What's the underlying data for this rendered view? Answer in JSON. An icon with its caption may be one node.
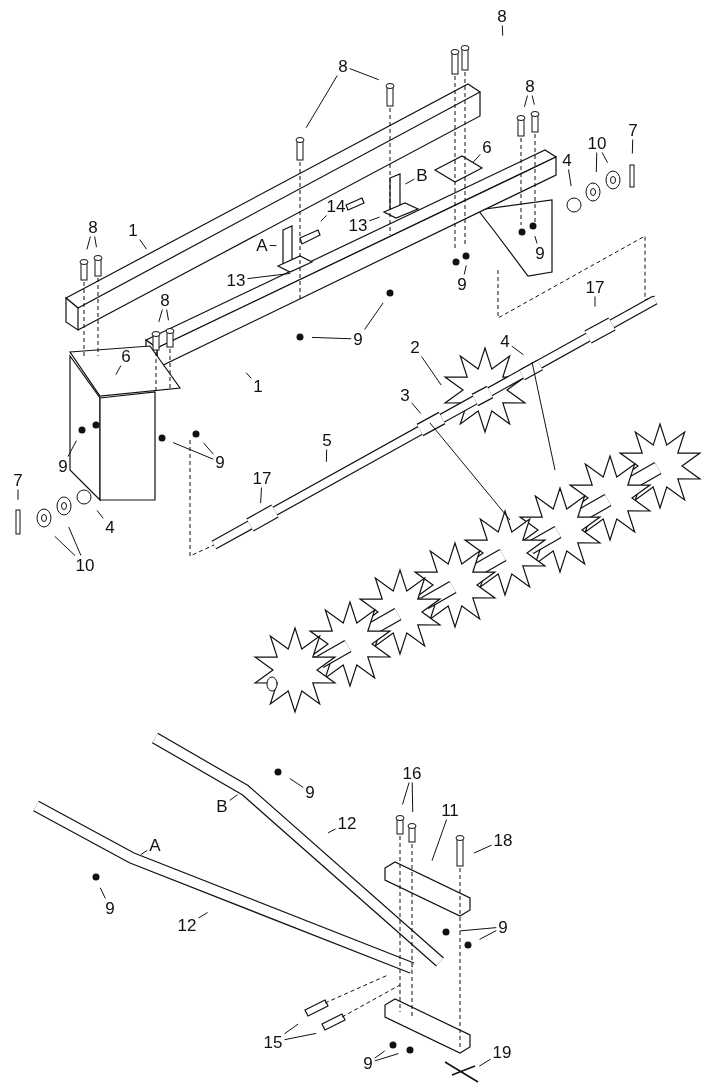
{
  "diagram": {
    "nodes": [
      {
        "text": [
          "8"
        ]
      },
      {
        "text": [
          "8"
        ]
      },
      {
        "text": [
          "8"
        ]
      },
      {
        "text": [
          "7"
        ]
      },
      {
        "text": [
          "10"
        ]
      },
      {
        "text": [
          "6"
        ]
      },
      {
        "text": [
          "4"
        ]
      },
      {
        "text": [
          "B"
        ]
      },
      {
        "text": [
          "14"
        ]
      },
      {
        "text": [
          "1"
        ]
      },
      {
        "text": [
          "8"
        ]
      },
      {
        "text": [
          "13"
        ]
      },
      {
        "text": [
          "9"
        ]
      },
      {
        "text": [
          "A"
        ]
      },
      {
        "text": [
          "9"
        ]
      },
      {
        "text": [
          "17"
        ]
      },
      {
        "text": [
          "13"
        ]
      },
      {
        "text": [
          "8"
        ]
      },
      {
        "text": [
          "9"
        ]
      },
      {
        "text": [
          "2"
        ]
      },
      {
        "text": [
          "4"
        ]
      },
      {
        "text": [
          "6"
        ]
      },
      {
        "text": [
          "1"
        ]
      },
      {
        "text": [
          "3"
        ]
      },
      {
        "text": [
          "5"
        ]
      },
      {
        "text": [
          "9"
        ]
      },
      {
        "text": [
          "9"
        ]
      },
      {
        "text": [
          "17"
        ]
      },
      {
        "text": [
          "7"
        ]
      },
      {
        "text": [
          "4"
        ]
      },
      {
        "text": [
          "10"
        ]
      },
      {
        "text": [
          "16"
        ]
      },
      {
        "text": [
          "9"
        ]
      },
      {
        "text": [
          "B"
        ]
      },
      {
        "text": [
          "11"
        ]
      },
      {
        "text": [
          "12"
        ]
      },
      {
        "text": [
          "18"
        ]
      },
      {
        "text": [
          "A"
        ]
      },
      {
        "text": [
          "9"
        ]
      },
      {
        "text": [
          "9"
        ]
      },
      {
        "text": [
          "12"
        ]
      },
      {
        "text": [
          "15"
        ]
      },
      {
        "text": [
          "19"
        ]
      },
      {
        "text": [
          "9"
        ]
      }
    ],
    "edges": [
      {
        "from": 0,
        "to": null,
        "arrow": "none"
      },
      {
        "from": 1,
        "to": null,
        "arrow": "none"
      },
      {
        "from": 1,
        "to": null,
        "arrow": "none"
      },
      {
        "from": 2,
        "to": null,
        "arrow": "none"
      },
      {
        "from": 2,
        "to": null,
        "arrow": "none"
      },
      {
        "from": 3,
        "to": null,
        "arrow": "none"
      },
      {
        "from": 4,
        "to": null,
        "arrow": "none"
      },
      {
        "from": 4,
        "to": null,
        "arrow": "none"
      },
      {
        "from": 5,
        "to": null,
        "arrow": "none"
      },
      {
        "from": 6,
        "to": null,
        "arrow": "none"
      },
      {
        "from": 7,
        "to": null,
        "arrow": "none"
      },
      {
        "from": 8,
        "to": null,
        "arrow": "none"
      },
      {
        "from": 9,
        "to": null,
        "arrow": "none"
      },
      {
        "from": 10,
        "to": null,
        "arrow": "none"
      },
      {
        "from": 10,
        "to": null,
        "arrow": "none"
      },
      {
        "from": 11,
        "to": null,
        "arrow": "none"
      },
      {
        "from": 12,
        "to": null,
        "arrow": "none"
      },
      {
        "from": 13,
        "to": null,
        "arrow": "none"
      },
      {
        "from": 14,
        "to": null,
        "arrow": "none"
      },
      {
        "from": 15,
        "to": null,
        "arrow": "none"
      },
      {
        "from": 16,
        "to": null,
        "arrow": "none"
      },
      {
        "from": 17,
        "to": null,
        "arrow": "none"
      },
      {
        "from": 17,
        "to": null,
        "arrow": "none"
      },
      {
        "from": 18,
        "to": null,
        "arrow": "none"
      },
      {
        "from": 18,
        "to": null,
        "arrow": "none"
      },
      {
        "from": 19,
        "to": null,
        "arrow": "none"
      },
      {
        "from": 20,
        "to": null,
        "arrow": "none"
      },
      {
        "from": 21,
        "to": null,
        "arrow": "none"
      },
      {
        "from": 22,
        "to": null,
        "arrow": "none"
      },
      {
        "from": 23,
        "to": null,
        "arrow": "none"
      },
      {
        "from": 24,
        "to": null,
        "arrow": "none"
      },
      {
        "from": 25,
        "to": null,
        "arrow": "none"
      },
      {
        "from": 26,
        "to": null,
        "arrow": "none"
      },
      {
        "from": 26,
        "to": null,
        "arrow": "none"
      },
      {
        "from": 27,
        "to": null,
        "arrow": "none"
      },
      {
        "from": 28,
        "to": null,
        "arrow": "none"
      },
      {
        "from": 29,
        "to": null,
        "arrow": "none"
      },
      {
        "from": 30,
        "to": null,
        "arrow": "none"
      },
      {
        "from": 30,
        "to": null,
        "arrow": "none"
      },
      {
        "from": 31,
        "to": null,
        "arrow": "none"
      },
      {
        "from": 31,
        "to": null,
        "arrow": "none"
      },
      {
        "from": 32,
        "to": null,
        "arrow": "none"
      },
      {
        "from": 33,
        "to": null,
        "arrow": "none"
      },
      {
        "from": 34,
        "to": null,
        "arrow": "none"
      },
      {
        "from": 35,
        "to": null,
        "arrow": "none"
      },
      {
        "from": 36,
        "to": null,
        "arrow": "none"
      },
      {
        "from": 37,
        "to": null,
        "arrow": "none"
      },
      {
        "from": 38,
        "to": null,
        "arrow": "none"
      },
      {
        "from": 39,
        "to": null,
        "arrow": "none"
      },
      {
        "from": 39,
        "to": null,
        "arrow": "none"
      },
      {
        "from": 40,
        "to": null,
        "arrow": "none"
      },
      {
        "from": 41,
        "to": null,
        "arrow": "none"
      },
      {
        "from": 41,
        "to": null,
        "arrow": "none"
      },
      {
        "from": 42,
        "to": null,
        "arrow": "none"
      },
      {
        "from": 43,
        "to": null,
        "arrow": "none"
      },
      {
        "from": 43,
        "to": null,
        "arrow": "none"
      }
    ]
  }
}
